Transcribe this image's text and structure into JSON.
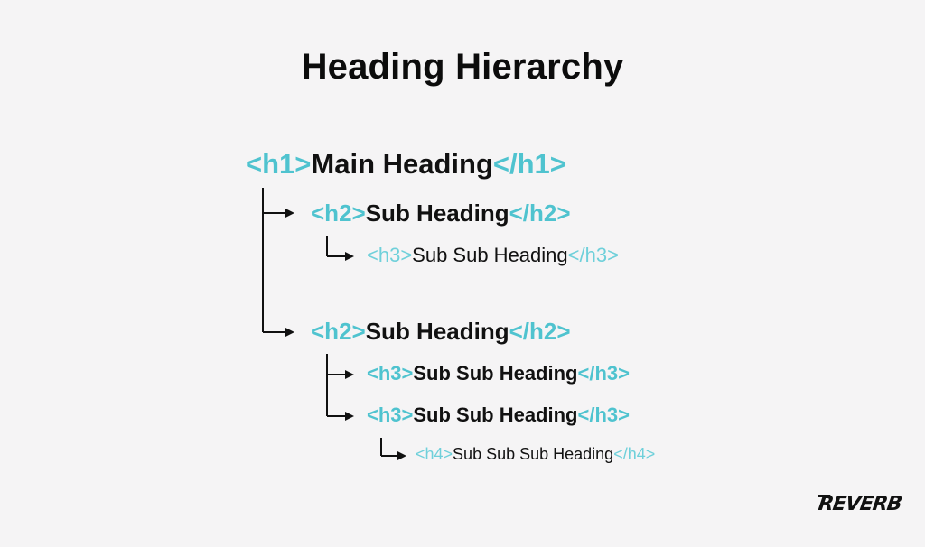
{
  "title": "Heading Hierarchy",
  "colors": {
    "tag": "#4fc3cf",
    "text": "#111111",
    "background": "#f5f4f5"
  },
  "items": [
    {
      "level": "h1",
      "open": "<h1>",
      "text": "Main Heading",
      "close": "</h1>"
    },
    {
      "level": "h2",
      "open": "<h2>",
      "text": "Sub Heading",
      "close": "</h2>"
    },
    {
      "level": "h3",
      "open": "<h3>",
      "text": "Sub Sub Heading",
      "close": "</h3>"
    },
    {
      "level": "h2",
      "open": "<h2>",
      "text": "Sub Heading",
      "close": "</h2>"
    },
    {
      "level": "h3",
      "open": "<h3>",
      "text": "Sub Sub Heading",
      "close": "</h3>"
    },
    {
      "level": "h3",
      "open": "<h3>",
      "text": "Sub Sub Heading",
      "close": "</h3>"
    },
    {
      "level": "h4",
      "open": "<h4>",
      "text": "Sub Sub Sub Heading",
      "close": "</h4>"
    }
  ],
  "logo": {
    "text": "REVERB"
  }
}
